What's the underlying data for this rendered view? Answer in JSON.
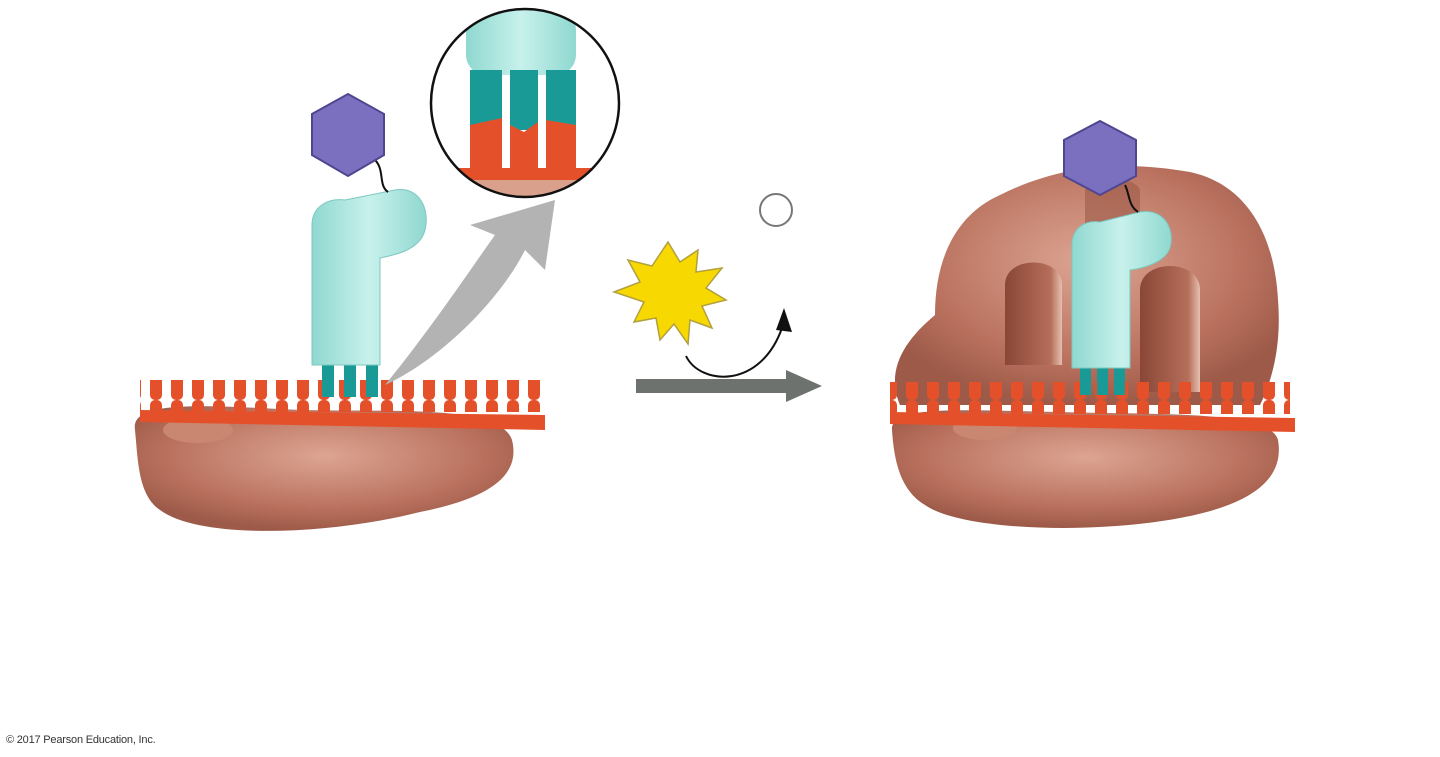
{
  "copyright": "© 2017 Pearson Education, Inc.",
  "colors": {
    "ribosome": "#b9715e",
    "ribosome_light": "#d9a08c",
    "mrna": "#e4502a",
    "trna": "#a8e4dc",
    "trna_dark": "#1a9a96",
    "amino_acid": "#7b70c0",
    "energy_burst": "#f7d800",
    "arrow": "#6e726e",
    "inset_arrow": "#b3b3b3"
  },
  "icons": [
    "amino-acid-hexagon",
    "energy-burst",
    "phosphate-circle",
    "process-arrow",
    "zoom-inset"
  ]
}
